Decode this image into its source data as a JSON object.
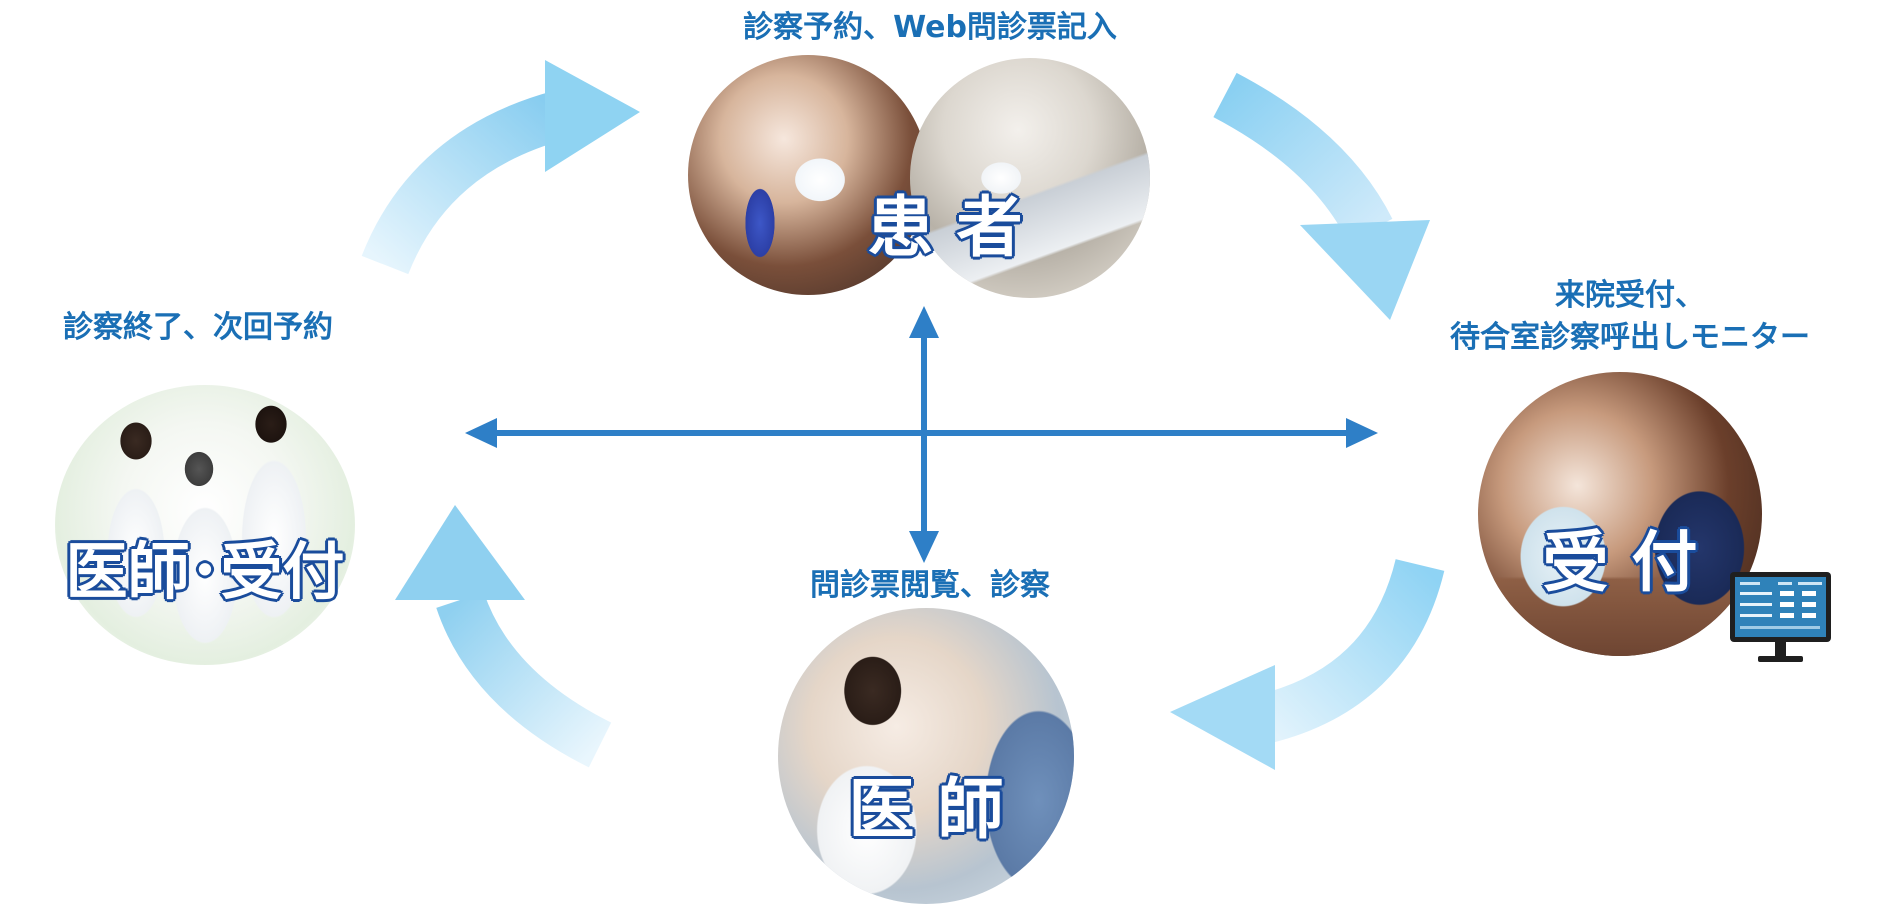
{
  "captions": {
    "patient": "診察予約、Web問診票記入",
    "reception": [
      "来院受付、",
      "待合室診察呼出しモニター"
    ],
    "doctor": "問診票閲覧、診察",
    "doctor_reception": "診察終了、次回予約"
  },
  "nodes": {
    "patient": "患 者",
    "reception": "受 付",
    "doctor": "医 師",
    "doctor_reception": "医師･受付"
  },
  "colors": {
    "caption": "#1a6fb5",
    "axis_arrow": "#2e7fc7",
    "cycle_arrow": "#8fd0f0",
    "label_outline": "#1b4d9c"
  },
  "icons": {
    "cycle_arrows": "curved-arrow-icon",
    "cross_arrows": "double-arrow-icon",
    "monitor": "monitor-icon"
  }
}
